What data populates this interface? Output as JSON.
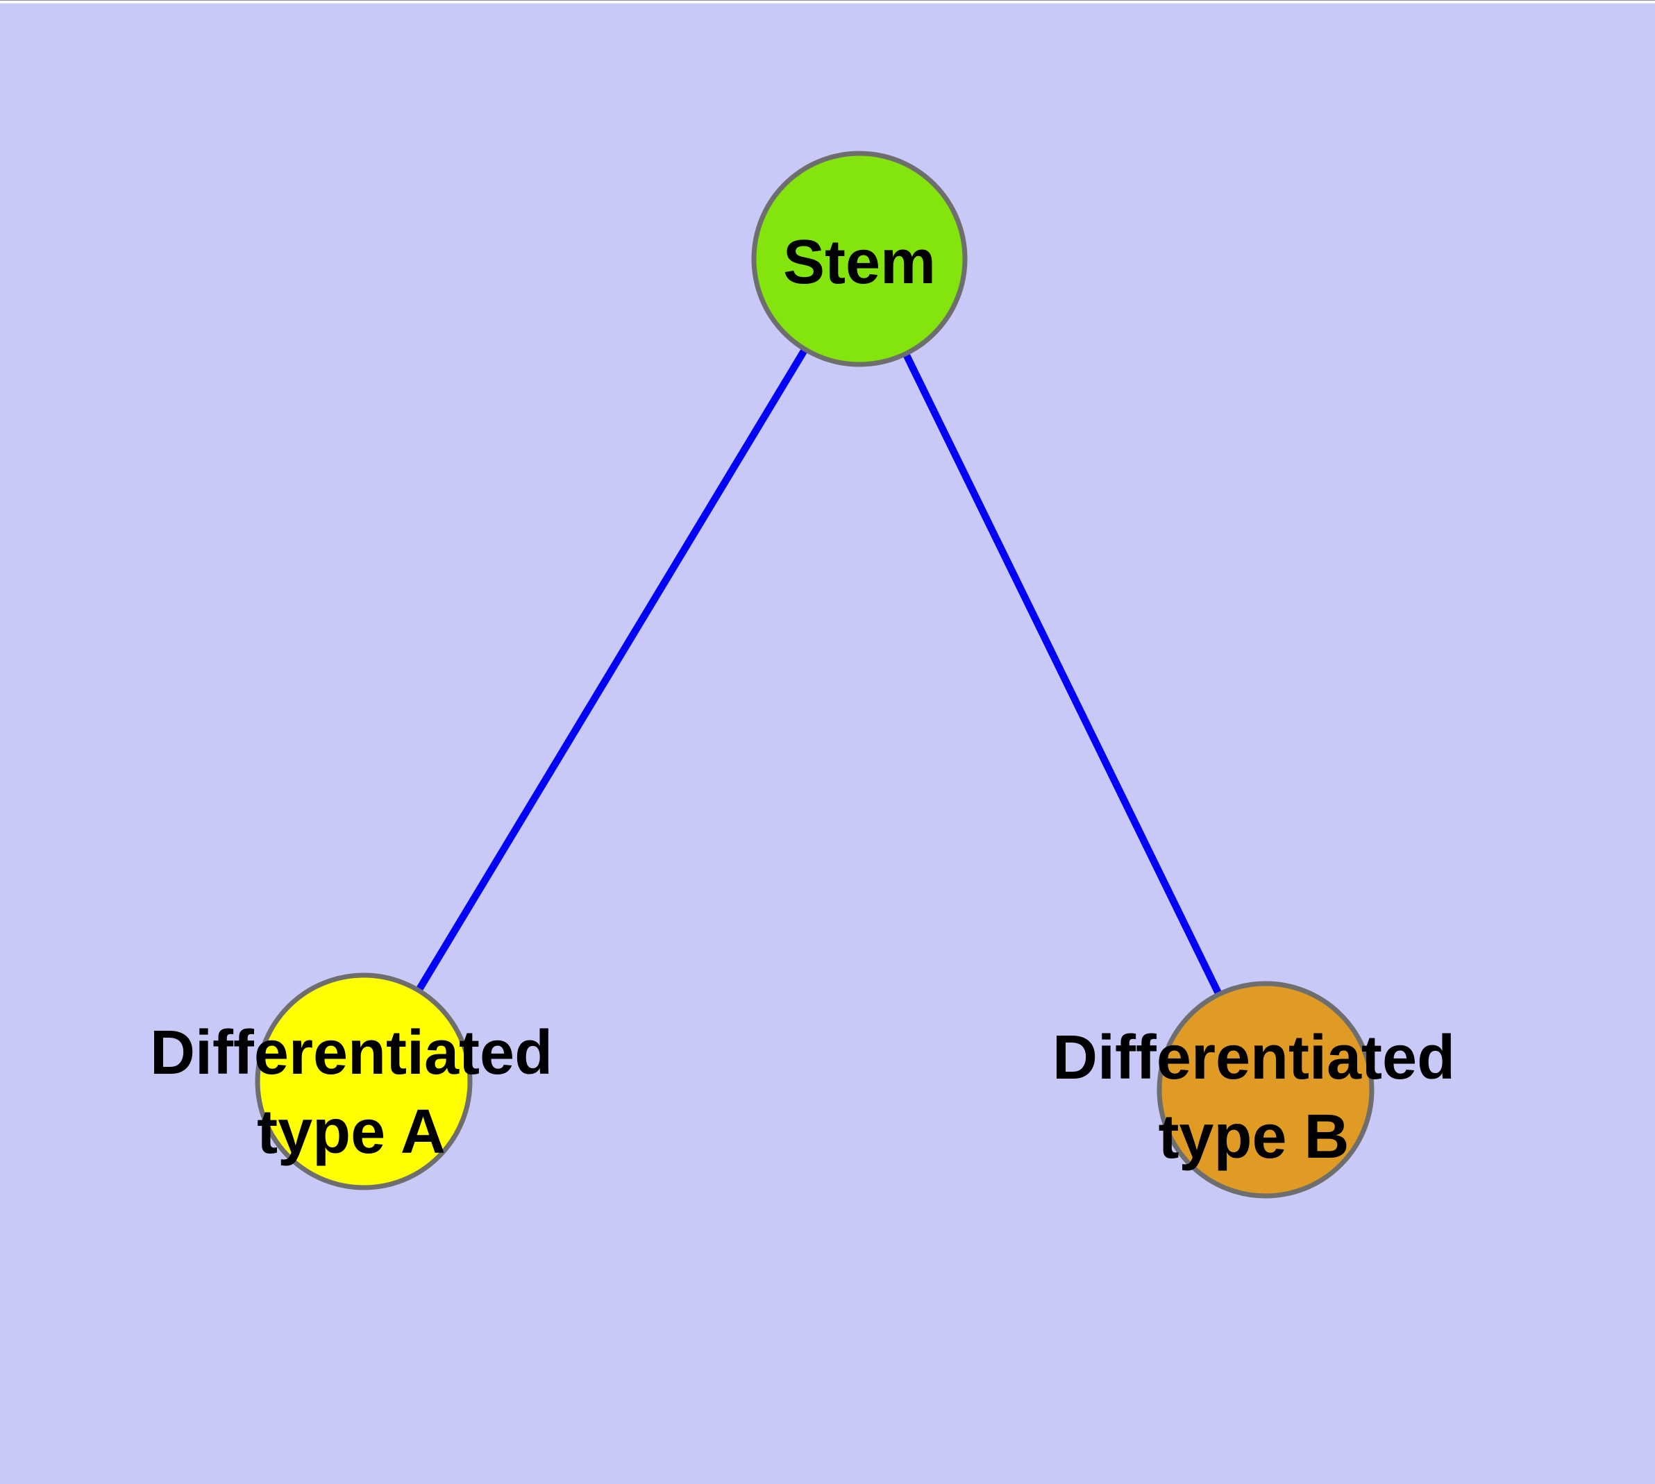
{
  "diagram": {
    "type": "node-link-graph",
    "background_color": "#C9C9F8",
    "edge_color": "#0202F7",
    "node_border_color": "#6E6E6E",
    "label_color": "#000000",
    "nodes": [
      {
        "id": "stem",
        "label": "Stem",
        "fill": "#84E50C"
      },
      {
        "id": "type-a",
        "label_line1": "Differentiated",
        "label_line2": "type A",
        "fill": "#FFFF00"
      },
      {
        "id": "type-b",
        "label_line1": "Differentiated",
        "label_line2": "type B",
        "fill": "#E09B25"
      }
    ],
    "edges": [
      {
        "from": "Stem",
        "to": "Differentiated type A"
      },
      {
        "from": "Stem",
        "to": "Differentiated type B"
      }
    ]
  }
}
